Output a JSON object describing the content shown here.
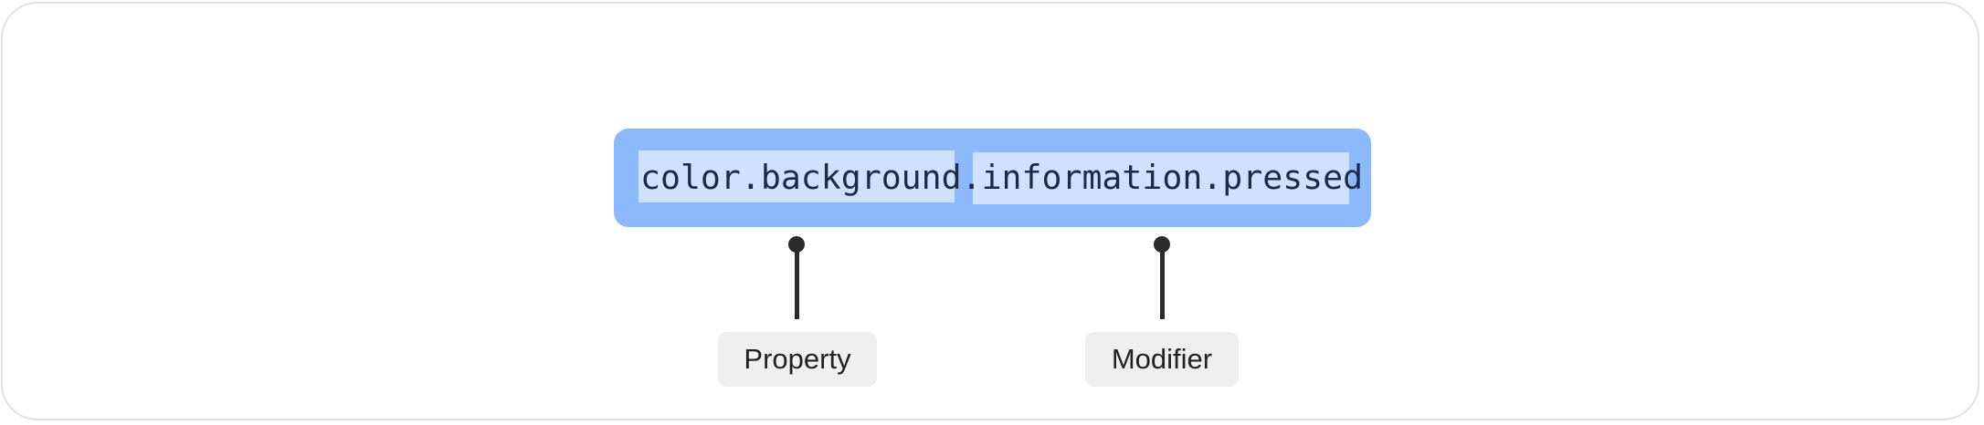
{
  "token": {
    "full": "color.background.information.pressed",
    "property_part": "color.background",
    "modifier_part": "information.pressed"
  },
  "labels": {
    "property": "Property",
    "modifier": "Modifier"
  },
  "colors": {
    "token_box": "#8cb9fc",
    "segment_highlight": "#cfe1fd",
    "token_text": "#1c2b4a",
    "connector": "#2a2a2a",
    "label_bg": "#efeff0",
    "frame_border": "#e1e1e1"
  }
}
